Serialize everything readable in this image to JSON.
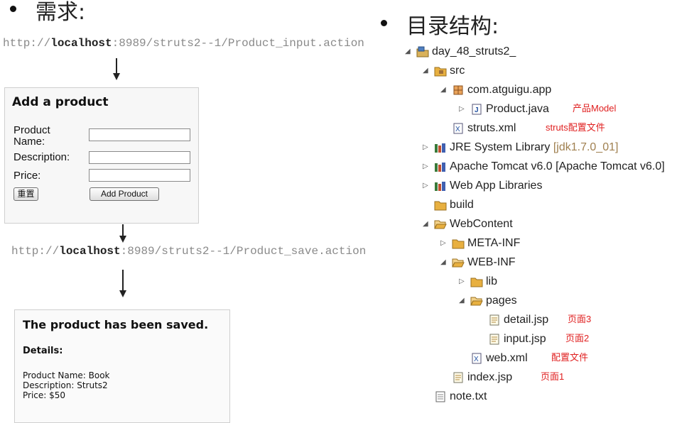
{
  "left": {
    "heading": "需求:",
    "url1": {
      "host": "localhost",
      "prefix": "http://",
      "path": ":8989/struts2--1/Product_input.action"
    },
    "form": {
      "title": "Add a product",
      "fields": [
        {
          "label": "Product Name:"
        },
        {
          "label": "Description:"
        },
        {
          "label": "Price:"
        }
      ],
      "reset_label": "重置",
      "submit_label": "Add Product"
    },
    "url2": {
      "host": "localhost",
      "prefix": "http://",
      "path": ":8989/struts2--1/Product_save.action"
    },
    "result": {
      "title": "The product has been saved.",
      "details_label": "Details:",
      "lines": [
        "Product Name: Book",
        "Description: Struts2",
        "Price: $50"
      ]
    }
  },
  "right": {
    "heading": "目录结构:",
    "tree": [
      {
        "label": "day_48_struts2_",
        "icon": "project-icon",
        "twisty": "open",
        "annotation": ""
      },
      {
        "label": "src",
        "icon": "package-folder-icon",
        "twisty": "open",
        "annotation": ""
      },
      {
        "label": "com.atguigu.app",
        "icon": "package-icon",
        "twisty": "open",
        "annotation": ""
      },
      {
        "label": "Product.java",
        "icon": "java-file-icon",
        "twisty": "closed",
        "annotation": "产品Model"
      },
      {
        "label": "struts.xml",
        "icon": "xml-file-icon",
        "twisty": "",
        "annotation": "struts配置文件"
      },
      {
        "label": "JRE System Library",
        "suffix": "[jdk1.7.0_01]",
        "icon": "library-icon",
        "twisty": "closed",
        "annotation": ""
      },
      {
        "label": "Apache Tomcat v6.0 [Apache Tomcat v6.0]",
        "icon": "library-icon",
        "twisty": "closed",
        "annotation": ""
      },
      {
        "label": "Web App Libraries",
        "icon": "library-icon",
        "twisty": "closed",
        "annotation": ""
      },
      {
        "label": "build",
        "icon": "folder-icon",
        "twisty": "",
        "annotation": ""
      },
      {
        "label": "WebContent",
        "icon": "folder-open-icon",
        "twisty": "open",
        "annotation": ""
      },
      {
        "label": "META-INF",
        "icon": "folder-icon",
        "twisty": "closed",
        "annotation": ""
      },
      {
        "label": "WEB-INF",
        "icon": "folder-open-icon",
        "twisty": "open",
        "annotation": ""
      },
      {
        "label": "lib",
        "icon": "folder-icon",
        "twisty": "closed",
        "annotation": ""
      },
      {
        "label": "pages",
        "icon": "folder-open-icon",
        "twisty": "open",
        "annotation": ""
      },
      {
        "label": "detail.jsp",
        "icon": "jsp-file-icon",
        "twisty": "",
        "annotation": "页面3"
      },
      {
        "label": "input.jsp",
        "icon": "jsp-file-icon",
        "twisty": "",
        "annotation": "页面2"
      },
      {
        "label": "web.xml",
        "icon": "xml-file-icon",
        "twisty": "",
        "annotation": "配置文件"
      },
      {
        "label": "index.jsp",
        "icon": "jsp-file-icon",
        "twisty": "",
        "annotation": "页面1"
      },
      {
        "label": "note.txt",
        "icon": "text-file-icon",
        "twisty": "",
        "annotation": ""
      }
    ]
  },
  "colors": {
    "annotation": "#e02020",
    "folder": "#e8b040",
    "jdk_suffix": "#a08050"
  }
}
